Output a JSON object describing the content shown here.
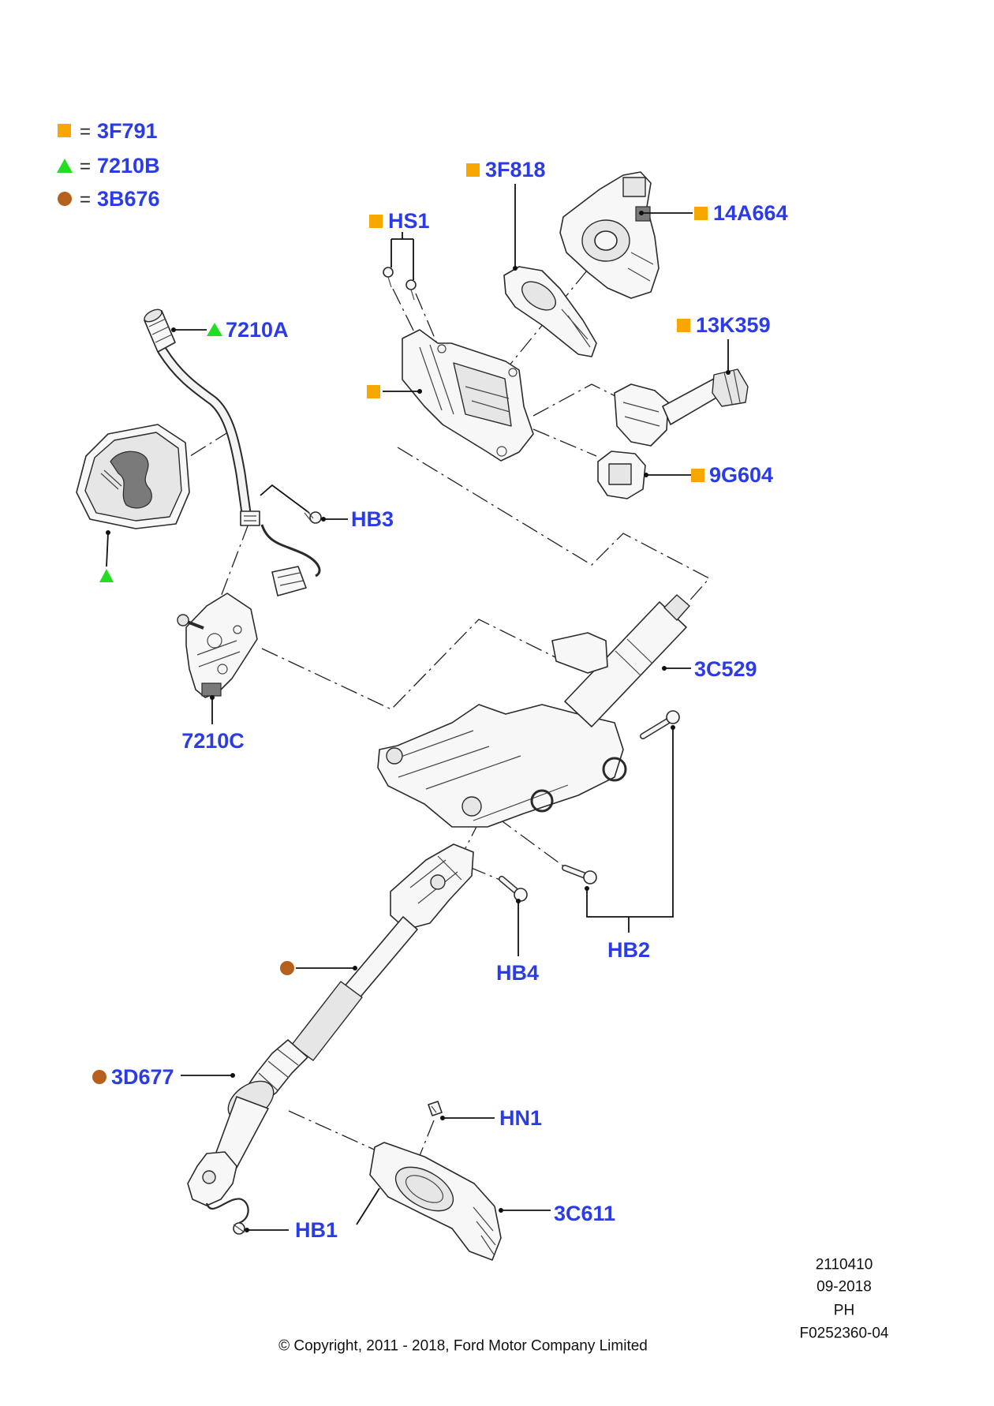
{
  "colors": {
    "label": "#2b3ce6",
    "legend_square": "#f8a600",
    "legend_triangle": "#22dd22",
    "legend_circle": "#b5601c",
    "text": "#111111"
  },
  "legend": {
    "separator": "=",
    "items": [
      {
        "marker": "orange-square",
        "code": "3F791"
      },
      {
        "marker": "green-triangle",
        "code": "7210B"
      },
      {
        "marker": "brown-circle",
        "code": "3B676"
      }
    ]
  },
  "callouts": {
    "c3F818": {
      "code": "3F818",
      "marker": "orange-square"
    },
    "cHS1": {
      "code": "HS1",
      "marker": "orange-square"
    },
    "c14A664": {
      "code": "14A664",
      "marker": "orange-square"
    },
    "c7210A": {
      "code": "7210A",
      "marker": "green-triangle"
    },
    "c13K359": {
      "code": "13K359",
      "marker": "orange-square"
    },
    "lock_housing": {
      "marker": "orange-square"
    },
    "c9G604": {
      "code": "9G604",
      "marker": "orange-square"
    },
    "cHB3": {
      "code": "HB3"
    },
    "shift_boot": {
      "marker": "green-triangle"
    },
    "c3C529": {
      "code": "3C529"
    },
    "c7210C": {
      "code": "7210C"
    },
    "cHB2": {
      "code": "HB2"
    },
    "cHB4": {
      "code": "HB4"
    },
    "intermediate_shaft": {
      "marker": "brown-circle"
    },
    "c3D677": {
      "code": "3D677",
      "marker": "brown-circle"
    },
    "cHN1": {
      "code": "HN1"
    },
    "c3C611": {
      "code": "3C611"
    },
    "cHB1": {
      "code": "HB1"
    }
  },
  "footer": {
    "illustration_number": "2110410",
    "date": "09-2018",
    "code": "PH",
    "figure_id": "F0252360-04",
    "copyright": "© Copyright, 2011 - 2018, Ford Motor Company Limited"
  }
}
